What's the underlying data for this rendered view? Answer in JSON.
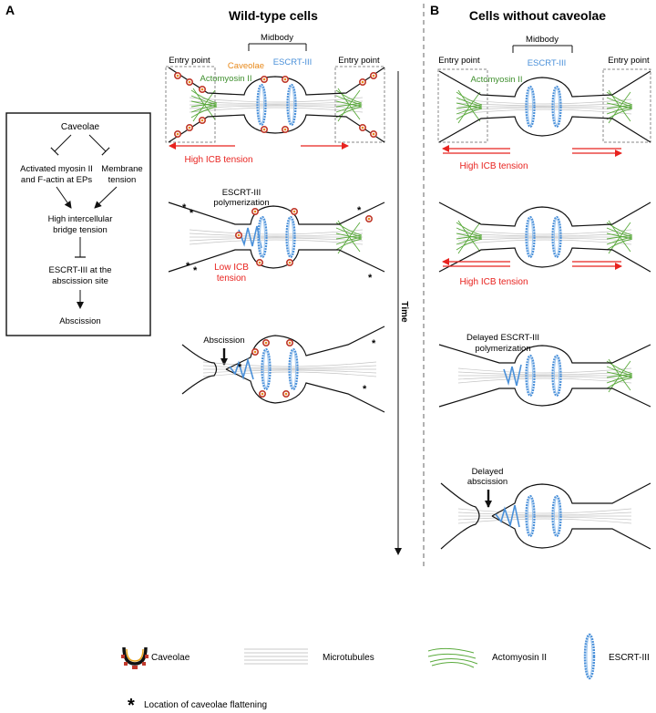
{
  "panel_a": {
    "letter": "A",
    "title": "Wild-type cells",
    "time_label": "Time"
  },
  "panel_b": {
    "letter": "B",
    "title": "Cells without caveolae"
  },
  "pathway_box": {
    "caveolae": "Caveolae",
    "myosin_line1": "Activated myosin II",
    "myosin_line2": "and F-actin at EPs",
    "membrane_line1": "Membrane",
    "membrane_line2": "tension",
    "tension_line1": "High intercellular",
    "tension_line2": "bridge tension",
    "escrt_line1": "ESCRT-III at the",
    "escrt_line2": "abscission site",
    "abscission": "Abscission"
  },
  "wt": {
    "midbody": "Midbody",
    "entry_left": "Entry point",
    "entry_right": "Entry point",
    "caveolae": "Caveolae",
    "escrt": "ESCRT-III",
    "actomyosin": "Actomyosin II",
    "high_tension": "High ICB tension",
    "escrt_poly1": "ESCRT-III",
    "escrt_poly2": "polymerization",
    "low1": "Low ICB",
    "low2": "tension",
    "abscission": "Abscission"
  },
  "ko": {
    "midbody": "Midbody",
    "entry_left": "Entry point",
    "entry_right": "Entry point",
    "escrt": "ESCRT-III",
    "actomyosin": "Actomyosin II",
    "high_tension_1": "High ICB tension",
    "high_tension_2": "High ICB tension",
    "delayed1": "Delayed ESCRT-III",
    "delayed2": "polymerization",
    "delayed_abs1": "Delayed",
    "delayed_abs2": "abscission"
  },
  "legend": {
    "caveolae": "Caveolae",
    "microtubules": "Microtubules",
    "actomyosin": "Actomyosin II",
    "escrt": "ESCRT-III",
    "asterisk_note": "Location of caveolae flattening"
  },
  "colors": {
    "caveolae_label": "#e8891a",
    "escrt": "#4a90d9",
    "actomyosin": "#5aaa3c",
    "tension": "#e8231f",
    "membrane": "#111111",
    "microtubule": "#b8b8b8"
  }
}
